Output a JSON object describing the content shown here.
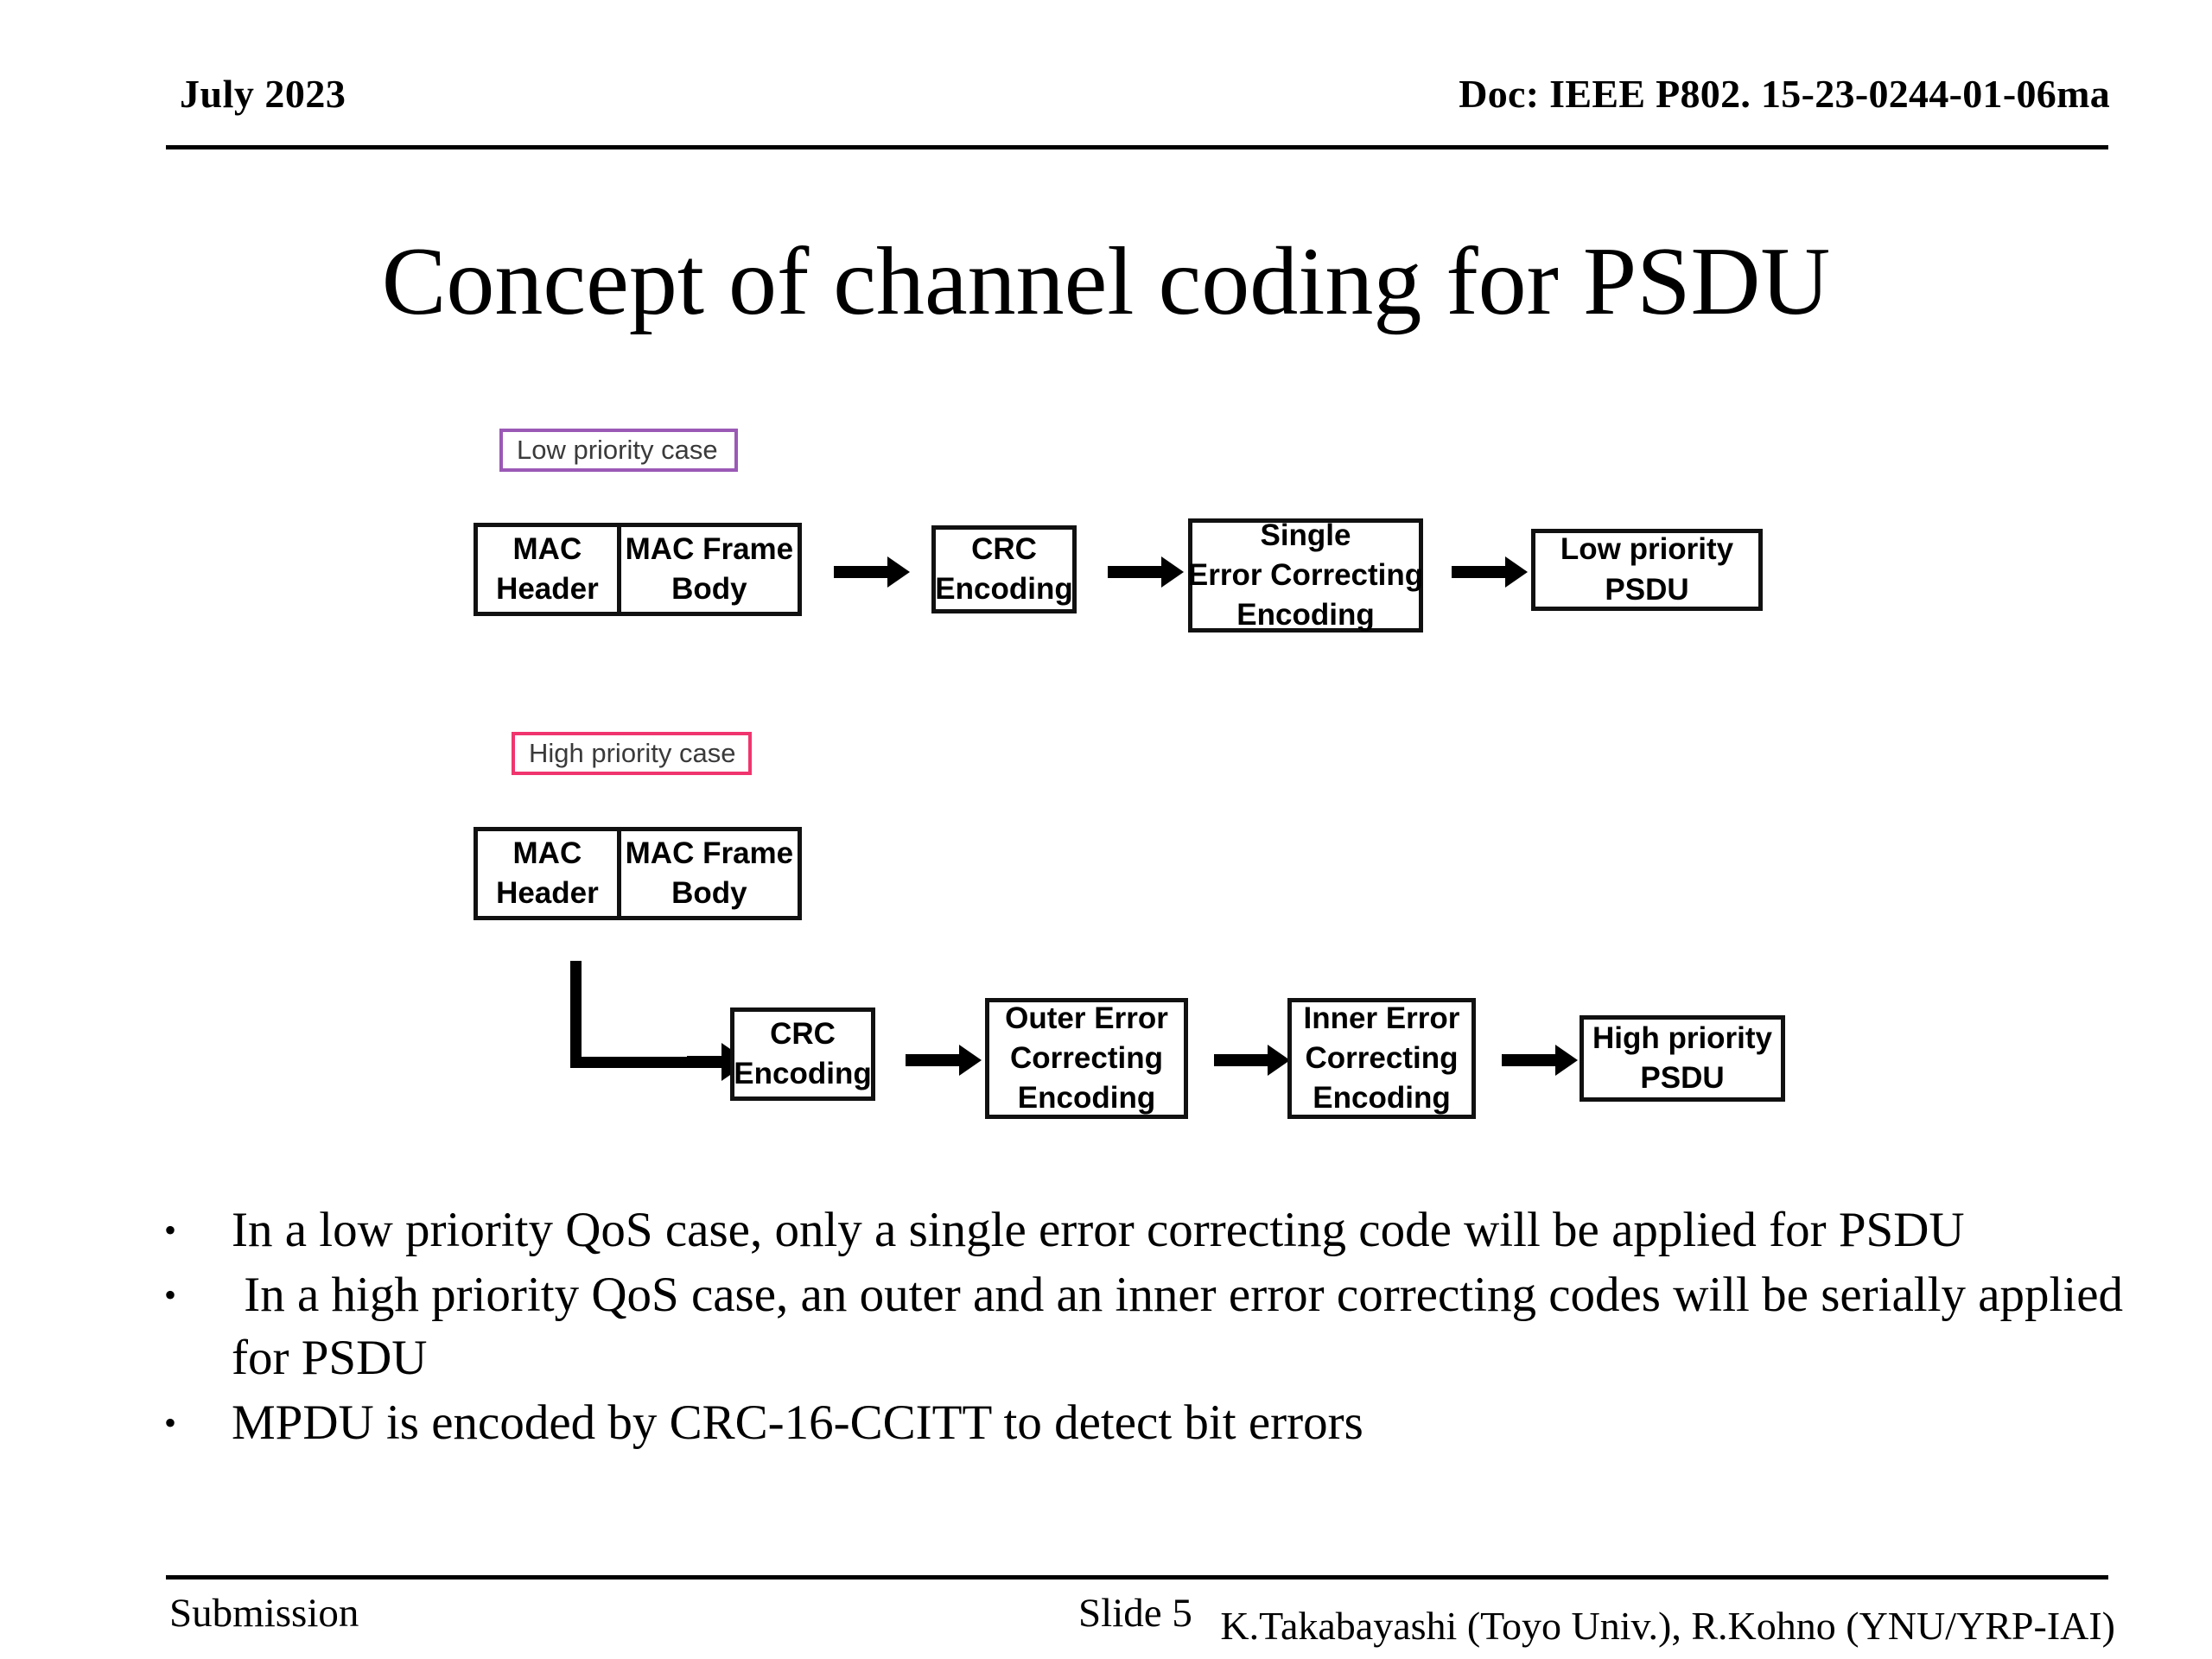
{
  "header": {
    "date": "July 2023",
    "doc": "Doc: IEEE P802. 15-23-0244-01-06ma"
  },
  "title": "Concept of channel coding for PSDU",
  "diagram": {
    "low_priority": {
      "tag": "Low priority case",
      "tag_border_color": "#9B59B6",
      "mac_frame": {
        "header_line1": "MAC",
        "header_line2": "Header",
        "body_line1": "MAC Frame",
        "body_line2": "Body"
      },
      "steps": [
        {
          "line1": "CRC",
          "line2": "Encoding",
          "line3": ""
        },
        {
          "line1": "Single",
          "line2": "Error Correcting",
          "line3": "Encoding"
        },
        {
          "line1": "Low priority",
          "line2": "PSDU",
          "line3": ""
        }
      ]
    },
    "high_priority": {
      "tag": "High priority case",
      "tag_border_color": "#F0356E",
      "mac_frame": {
        "header_line1": "MAC",
        "header_line2": "Header",
        "body_line1": "MAC Frame",
        "body_line2": "Body"
      },
      "steps": [
        {
          "line1": "CRC",
          "line2": "Encoding",
          "line3": ""
        },
        {
          "line1": "Outer Error",
          "line2": "Correcting",
          "line3": "Encoding"
        },
        {
          "line1": "Inner Error",
          "line2": "Correcting",
          "line3": "Encoding"
        },
        {
          "line1": "High priority",
          "line2": "PSDU",
          "line3": ""
        }
      ]
    }
  },
  "bullets": [
    {
      "marker": "•",
      "text": "In a low priority QoS case, only a single error correcting code will be applied for PSDU"
    },
    {
      "marker": "•",
      "text": " In a high priority QoS case, an outer and an inner error correcting codes will be serially applied for PSDU"
    },
    {
      "marker": "•",
      "text": "MPDU is encoded by CRC-16-CCITT to detect bit errors"
    }
  ],
  "footer": {
    "submission": "Submission",
    "slide": "Slide 5",
    "authors": "K.Takabayashi (Toyo Univ.), R.Kohno (YNU/YRP-IAI)"
  }
}
